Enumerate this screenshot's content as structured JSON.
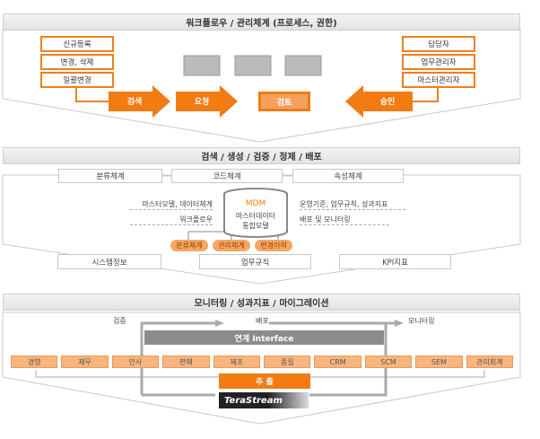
{
  "section1": {
    "title": "워크플로우 / 관리체계 (프로세스, 권한)",
    "left_boxes": [
      "신규등록",
      "변경, 삭제",
      "일괄변경"
    ],
    "right_boxes": [
      "담당자",
      "업무관리자",
      "마스터관리자"
    ],
    "steps": [
      "검색",
      "요청",
      "검토",
      "승인"
    ]
  },
  "section2": {
    "title": "검색 / 생성 / 검증 / 정제 / 배포",
    "top_boxes": [
      "분류체계",
      "코드체계",
      "속성체계"
    ],
    "bottom_boxes": [
      "시스템정보",
      "업무규칙",
      "KPI지표"
    ],
    "db_label": "MDM",
    "db_text": [
      "마스터데이터",
      "통합모델"
    ],
    "left_notes": [
      "마스터모델, 데이터체계",
      "워크플로우"
    ],
    "right_notes": [
      "운영기준, 업무규칙, 성과지표",
      "배포 및 모니터링"
    ],
    "pills": [
      "분류체계",
      "관리체계",
      "변경이력"
    ]
  },
  "section3": {
    "title": "모니터링 / 성과지표 / 마이그레이션",
    "flow": [
      "검증",
      "배포",
      "모니터링"
    ],
    "interface": "연계 Interface",
    "systems": [
      "경영",
      "재무",
      "인사",
      "판매",
      "제조",
      "품질",
      "CRM",
      "SCM",
      "SEM",
      "관리회계"
    ],
    "extract": "추 출",
    "logo": "TeraStream"
  },
  "colors": {
    "accent": "#f27b12",
    "light": "#f9b57d",
    "gray": "#8c8c8c"
  }
}
